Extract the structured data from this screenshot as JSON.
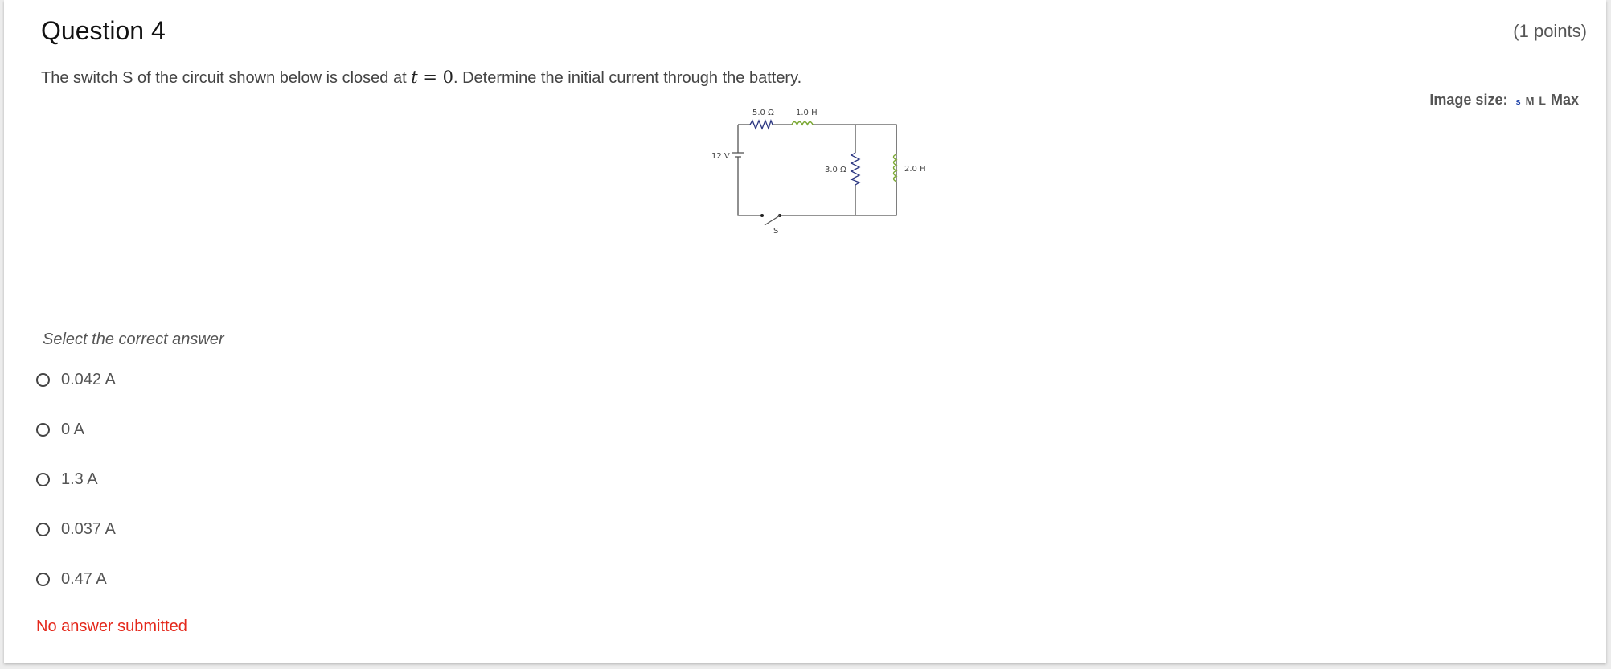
{
  "question": {
    "title": "Question 4",
    "points": "(1 points)",
    "text_before": "The switch S of the circuit shown below is closed at ",
    "math_var": "t",
    "math_rest": " = 0",
    "text_after": ". Determine the initial current through the battery."
  },
  "image_size": {
    "label": "Image size:",
    "options": [
      "s",
      "M",
      "L",
      "Max"
    ]
  },
  "circuit": {
    "battery_label": "12 V",
    "r1_label": "5.0 Ω",
    "l1_label": "1.0 H",
    "r2_label": "3.0 Ω",
    "l2_label": "2.0 H",
    "switch_label": "S",
    "colors": {
      "resistor": "#2a3580",
      "inductor": "#7aa832",
      "wire": "#555555"
    }
  },
  "instruction": "Select the correct answer",
  "options": [
    "0.042 A",
    "0 A",
    "1.3 A",
    "0.037 A",
    "0.47 A"
  ],
  "status": "No answer submitted"
}
